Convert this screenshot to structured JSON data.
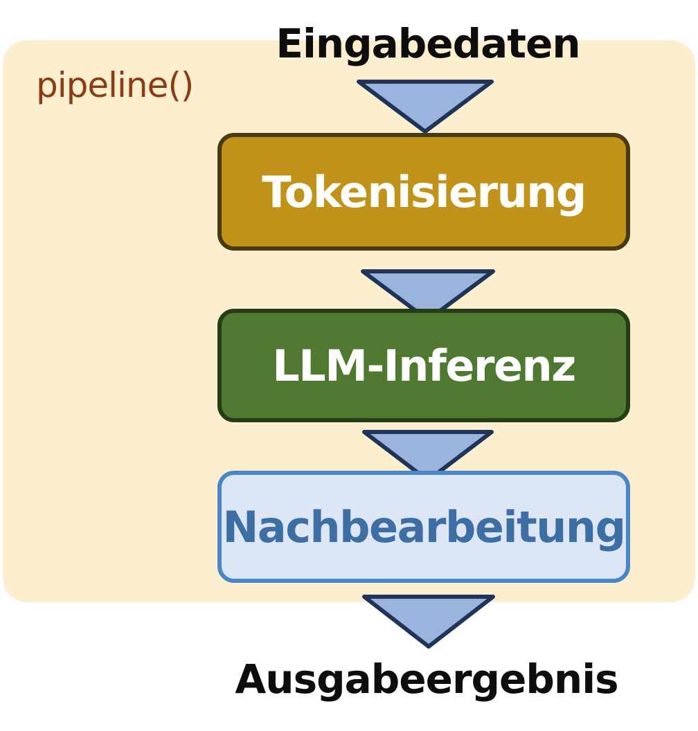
{
  "container": {
    "label": "pipeline()"
  },
  "input": {
    "label": "Eingabedaten"
  },
  "stages": [
    {
      "label": "Tokenisierung",
      "color": "#c2931b"
    },
    {
      "label": "LLM-Inferenz",
      "color": "#4f7930"
    },
    {
      "label": "Nachbearbeitung",
      "color": "#dce6f4"
    }
  ],
  "output": {
    "label": "Ausgabeergebnis"
  },
  "colors": {
    "container_background": "#fcefcf",
    "arrow_fill": "#9bb4de",
    "arrow_stroke": "#1f3457",
    "pipeline_label": "#8a3c14"
  }
}
